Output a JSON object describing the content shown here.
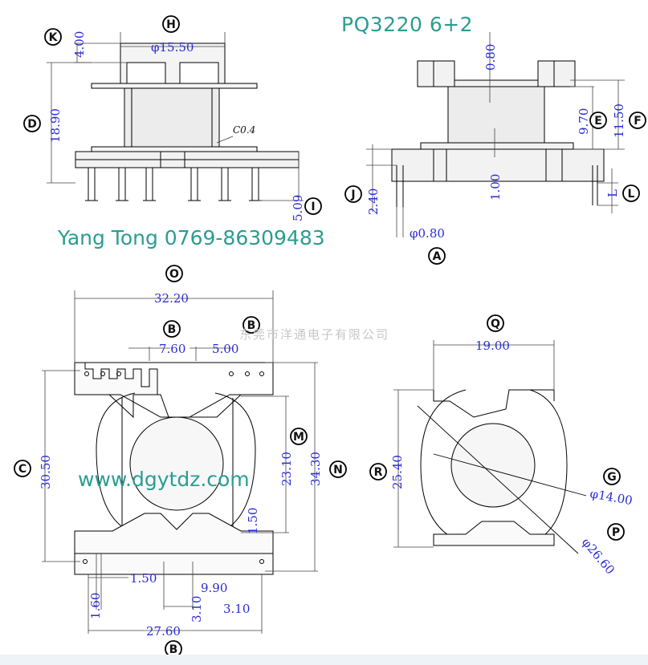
{
  "title": "PQ3220  6+2",
  "contact": "Yang Tong 0769-86309483",
  "website": "www.dgytdz.com",
  "company": "东莞市洋通电子有限公司",
  "colors": {
    "teal": "#2a9d92",
    "dim_blue": "#2b2bd6",
    "line": "#000000"
  },
  "labels": {
    "K": "K",
    "H": "H",
    "D": "D",
    "I": "I",
    "E": "E",
    "F": "F",
    "J": "J",
    "L": "L",
    "A": "A",
    "O": "O",
    "B1": "B",
    "B2": "B",
    "C": "C",
    "M": "M",
    "N": "N",
    "Q": "Q",
    "G": "G",
    "R": "R",
    "P": "P",
    "B3": "B"
  },
  "dims": {
    "d400": "4.00",
    "d1550": "φ15.50",
    "c04": "C0.4",
    "d1890": "18.90",
    "d509": "5.09",
    "d080a": "0.80",
    "d970": "9.70",
    "d1150": "11.50",
    "d100": "1.00",
    "d240": "2.40",
    "dL": "L",
    "d080b": "φ0.80",
    "d3220": "32.20",
    "d760": "7.60",
    "d500": "5.00",
    "d3050": "30.50",
    "d2310": "23.10",
    "d3430": "34.30",
    "d150a": "1.50",
    "d150b": "1.50",
    "d160": "1.60",
    "d990": "9.90",
    "d310a": "3.10",
    "d310b": "3.10",
    "d2760": "27.60",
    "d1900": "19.00",
    "d2540": "25.40",
    "d1400": "φ14.00",
    "d2660": "φ26.60"
  }
}
